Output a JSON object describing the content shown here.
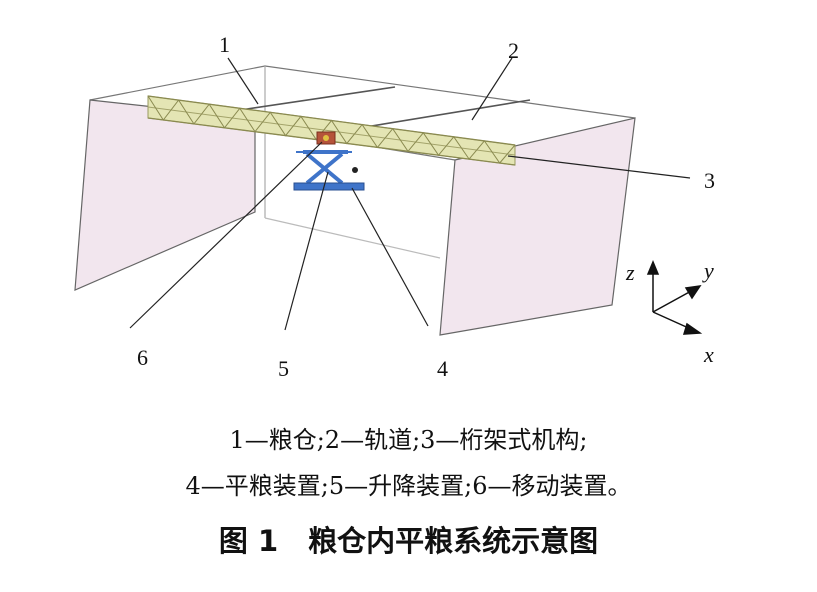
{
  "labels": {
    "l1": "1",
    "l2": "2",
    "l3": "3",
    "l4": "4",
    "l5": "5",
    "l6": "6"
  },
  "axes": {
    "x": "x",
    "y": "y",
    "z": "z"
  },
  "legend": {
    "line1": "1—粮仓;2—轨道;3—桁架式机构;",
    "line2": "4—平粮装置;5—升降装置;6—移动装置。"
  },
  "caption": {
    "number": "图 1",
    "title": "粮仓内平粮系统示意图"
  },
  "colors": {
    "wall_fill": "#f2e6ee",
    "truss": "#d8d99a",
    "mechanism": "#3f74c9",
    "line": "#222222"
  }
}
